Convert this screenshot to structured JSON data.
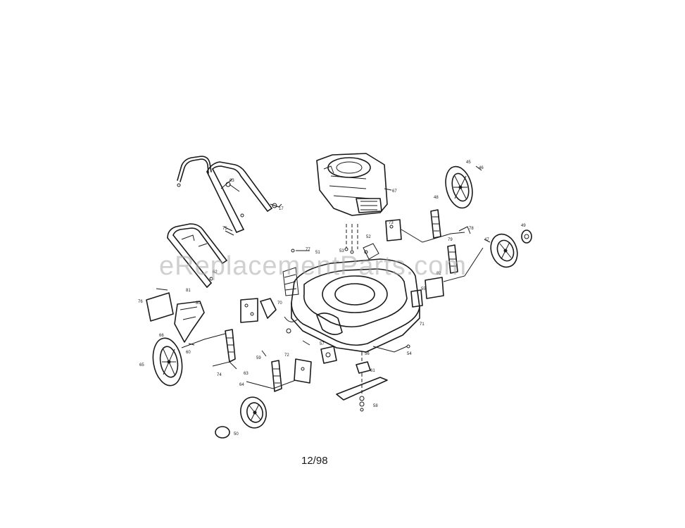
{
  "diagram": {
    "date_code": "12/98",
    "watermark": "eReplacementParts.com",
    "callouts": [
      "67",
      "17",
      "45",
      "46",
      "47",
      "48",
      "49",
      "50",
      "51",
      "52",
      "53",
      "54",
      "55",
      "56",
      "57",
      "58",
      "59",
      "60",
      "61",
      "62",
      "63",
      "64",
      "65",
      "66",
      "70",
      "71",
      "72",
      "73",
      "74",
      "75",
      "76",
      "77",
      "78",
      "79",
      "80",
      "81",
      "82",
      "83"
    ]
  }
}
